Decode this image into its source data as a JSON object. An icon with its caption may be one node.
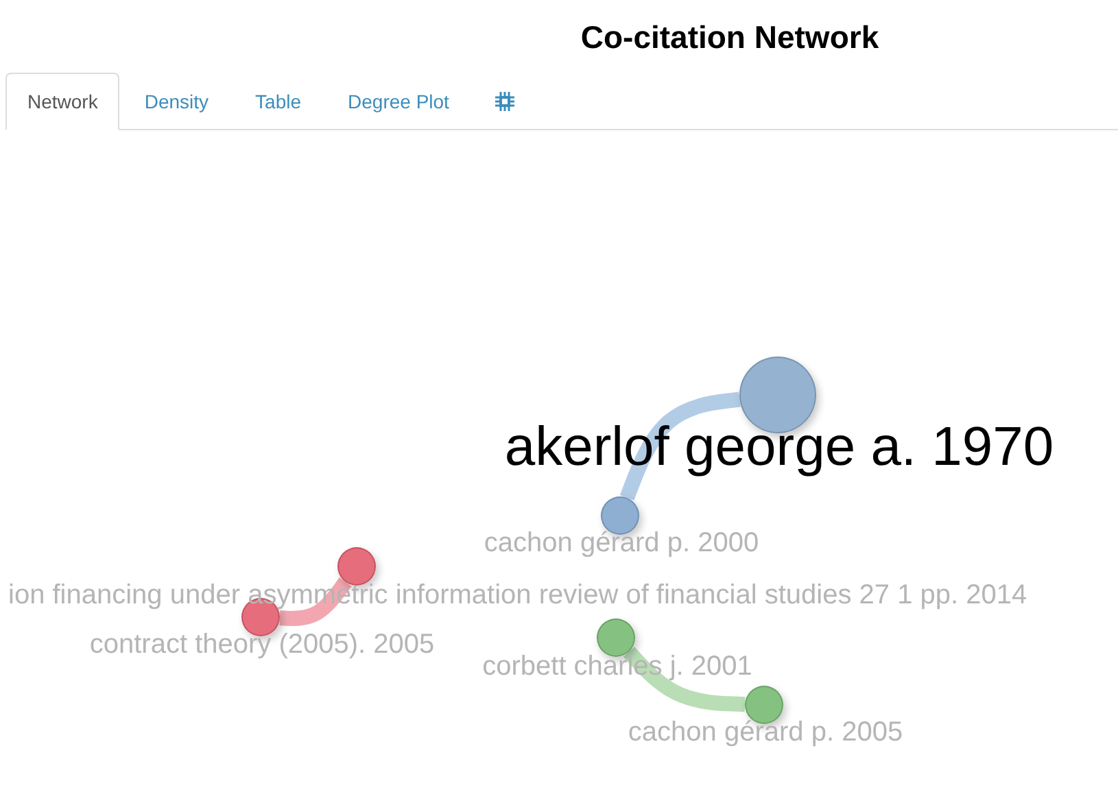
{
  "diagram": {
    "title": "Co-citation Network",
    "nodes": [
      {
        "text": [
          "akerlof george a. 1970"
        ]
      },
      {
        "text": [
          "cachon gérard p. 2000"
        ]
      },
      {
        "text": [
          "ion financing under asymmetric information review of financial studies 27 1 pp. 2014"
        ]
      },
      {
        "text": [
          "contract theory (2005). 2005"
        ]
      },
      {
        "text": [
          "corbett charles j. 2001"
        ]
      },
      {
        "text": [
          "cachon gérard p. 2005"
        ]
      }
    ],
    "edges": [
      {
        "from": 0,
        "to": 1,
        "arrow": "none",
        "color": "#b3cce6"
      },
      {
        "from": 2,
        "to": 3,
        "arrow": "none",
        "color": "#f2a7b0"
      },
      {
        "from": 4,
        "to": 5,
        "arrow": "none",
        "color": "#b9ddb5"
      }
    ],
    "labels": [
      "Network",
      "Density",
      "Table",
      "Degree Plot"
    ]
  }
}
